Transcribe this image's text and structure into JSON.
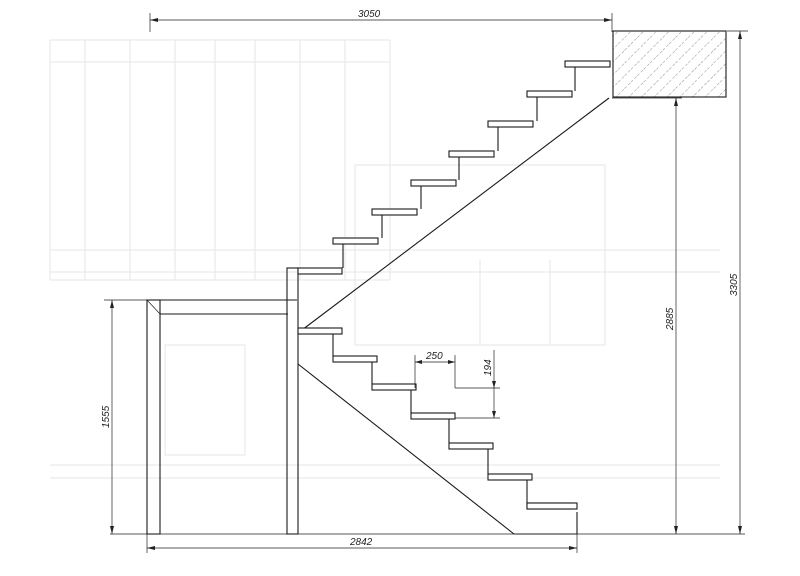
{
  "drawing": {
    "dimensions": {
      "top_width": "3050",
      "total_height": "3305",
      "landing_height": "2885",
      "platform_height": "1555",
      "bottom_width": "2842",
      "tread_depth": "250",
      "riser_height": "194"
    }
  }
}
